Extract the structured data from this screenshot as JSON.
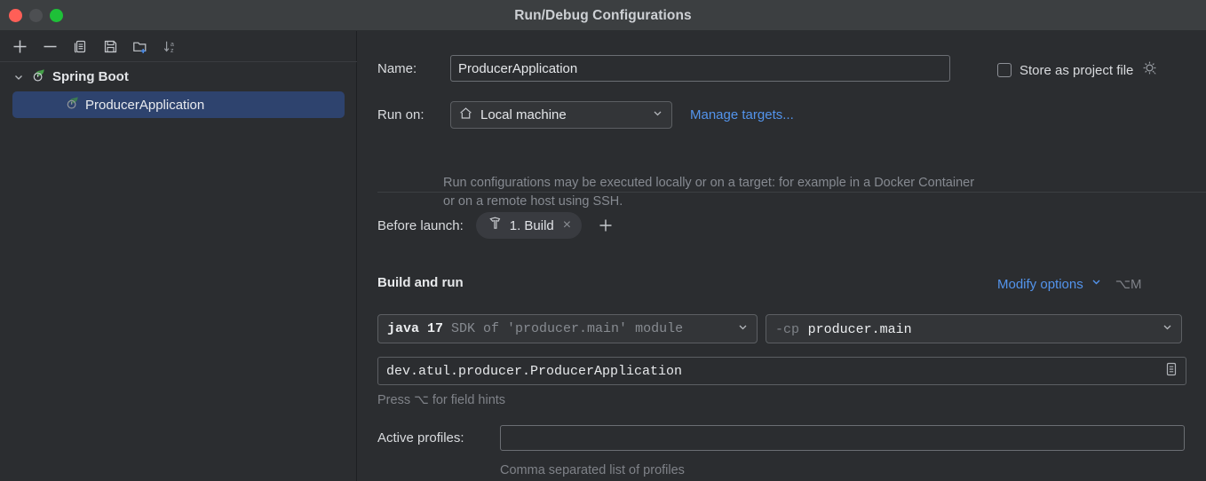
{
  "window": {
    "title": "Run/Debug Configurations",
    "traffic_lights": [
      "close",
      "minimize",
      "maximize"
    ],
    "colors": {
      "background": "#2b2d30",
      "titlebar": "#3c3f41",
      "selection": "#2e436e",
      "link": "#5394ec",
      "spring_green": "#43a047",
      "muted_text": "#868a91"
    }
  },
  "sidebar": {
    "toolbar": [
      {
        "name": "add-configuration-button",
        "icon": "plus-icon",
        "label": "Add New Configuration"
      },
      {
        "name": "remove-configuration-button",
        "icon": "minus-icon",
        "label": "Remove Configuration"
      },
      {
        "name": "copy-configuration-button",
        "icon": "copy-icon",
        "label": "Copy Configuration"
      },
      {
        "name": "save-configuration-button",
        "icon": "save-icon",
        "label": "Save Configuration"
      },
      {
        "name": "new-folder-button",
        "icon": "new-folder-icon",
        "label": "Create New Folder"
      },
      {
        "name": "sort-button",
        "icon": "sort-alphabetical-icon",
        "label": "Sort Configurations"
      }
    ],
    "tree": {
      "group": {
        "label": "Spring Boot",
        "expanded": true,
        "icon": "spring-boot-icon",
        "chevron": "chevron-down-icon"
      },
      "items": [
        {
          "label": "ProducerApplication",
          "icon": "spring-boot-icon",
          "selected": true
        }
      ]
    }
  },
  "form": {
    "name": {
      "label": "Name:",
      "value": "ProducerApplication",
      "placeholder": ""
    },
    "store_as_project_file": {
      "label": "Store as project file",
      "checked": false,
      "gear_icon": "gear-icon"
    },
    "run_on": {
      "label": "Run on:",
      "value": "Local machine",
      "icon": "home-icon",
      "chevron": "chevron-down-icon",
      "manage_targets_link": "Manage targets..."
    },
    "run_on_hint": "Run configurations may be executed locally or on a target: for example in a Docker Container or on a remote host using SSH.",
    "before_launch": {
      "label": "Before launch:",
      "tasks": [
        {
          "label": "1. Build",
          "icon": "build-hammer-icon",
          "remove": "×"
        }
      ],
      "add_icon": "plus-icon"
    },
    "build_and_run": {
      "title": "Build and run",
      "modify_options": {
        "label": "Modify options",
        "chevron": "chevron-down-icon",
        "shortcut": "⌥M"
      },
      "jdk": {
        "value": "java 17",
        "detail": "SDK of 'producer.main' module",
        "chevron": "chevron-down-icon"
      },
      "classpath": {
        "prefix": "-cp",
        "value": "producer.main",
        "chevron": "chevron-down-icon"
      },
      "main_class": {
        "value": "dev.atul.producer.ProducerApplication",
        "browse_icon": "class-browse-icon"
      },
      "field_hint": "Press ⌥ for field hints"
    },
    "active_profiles": {
      "label": "Active profiles:",
      "value": "",
      "placeholder": "",
      "hint": "Comma separated list of profiles"
    }
  }
}
